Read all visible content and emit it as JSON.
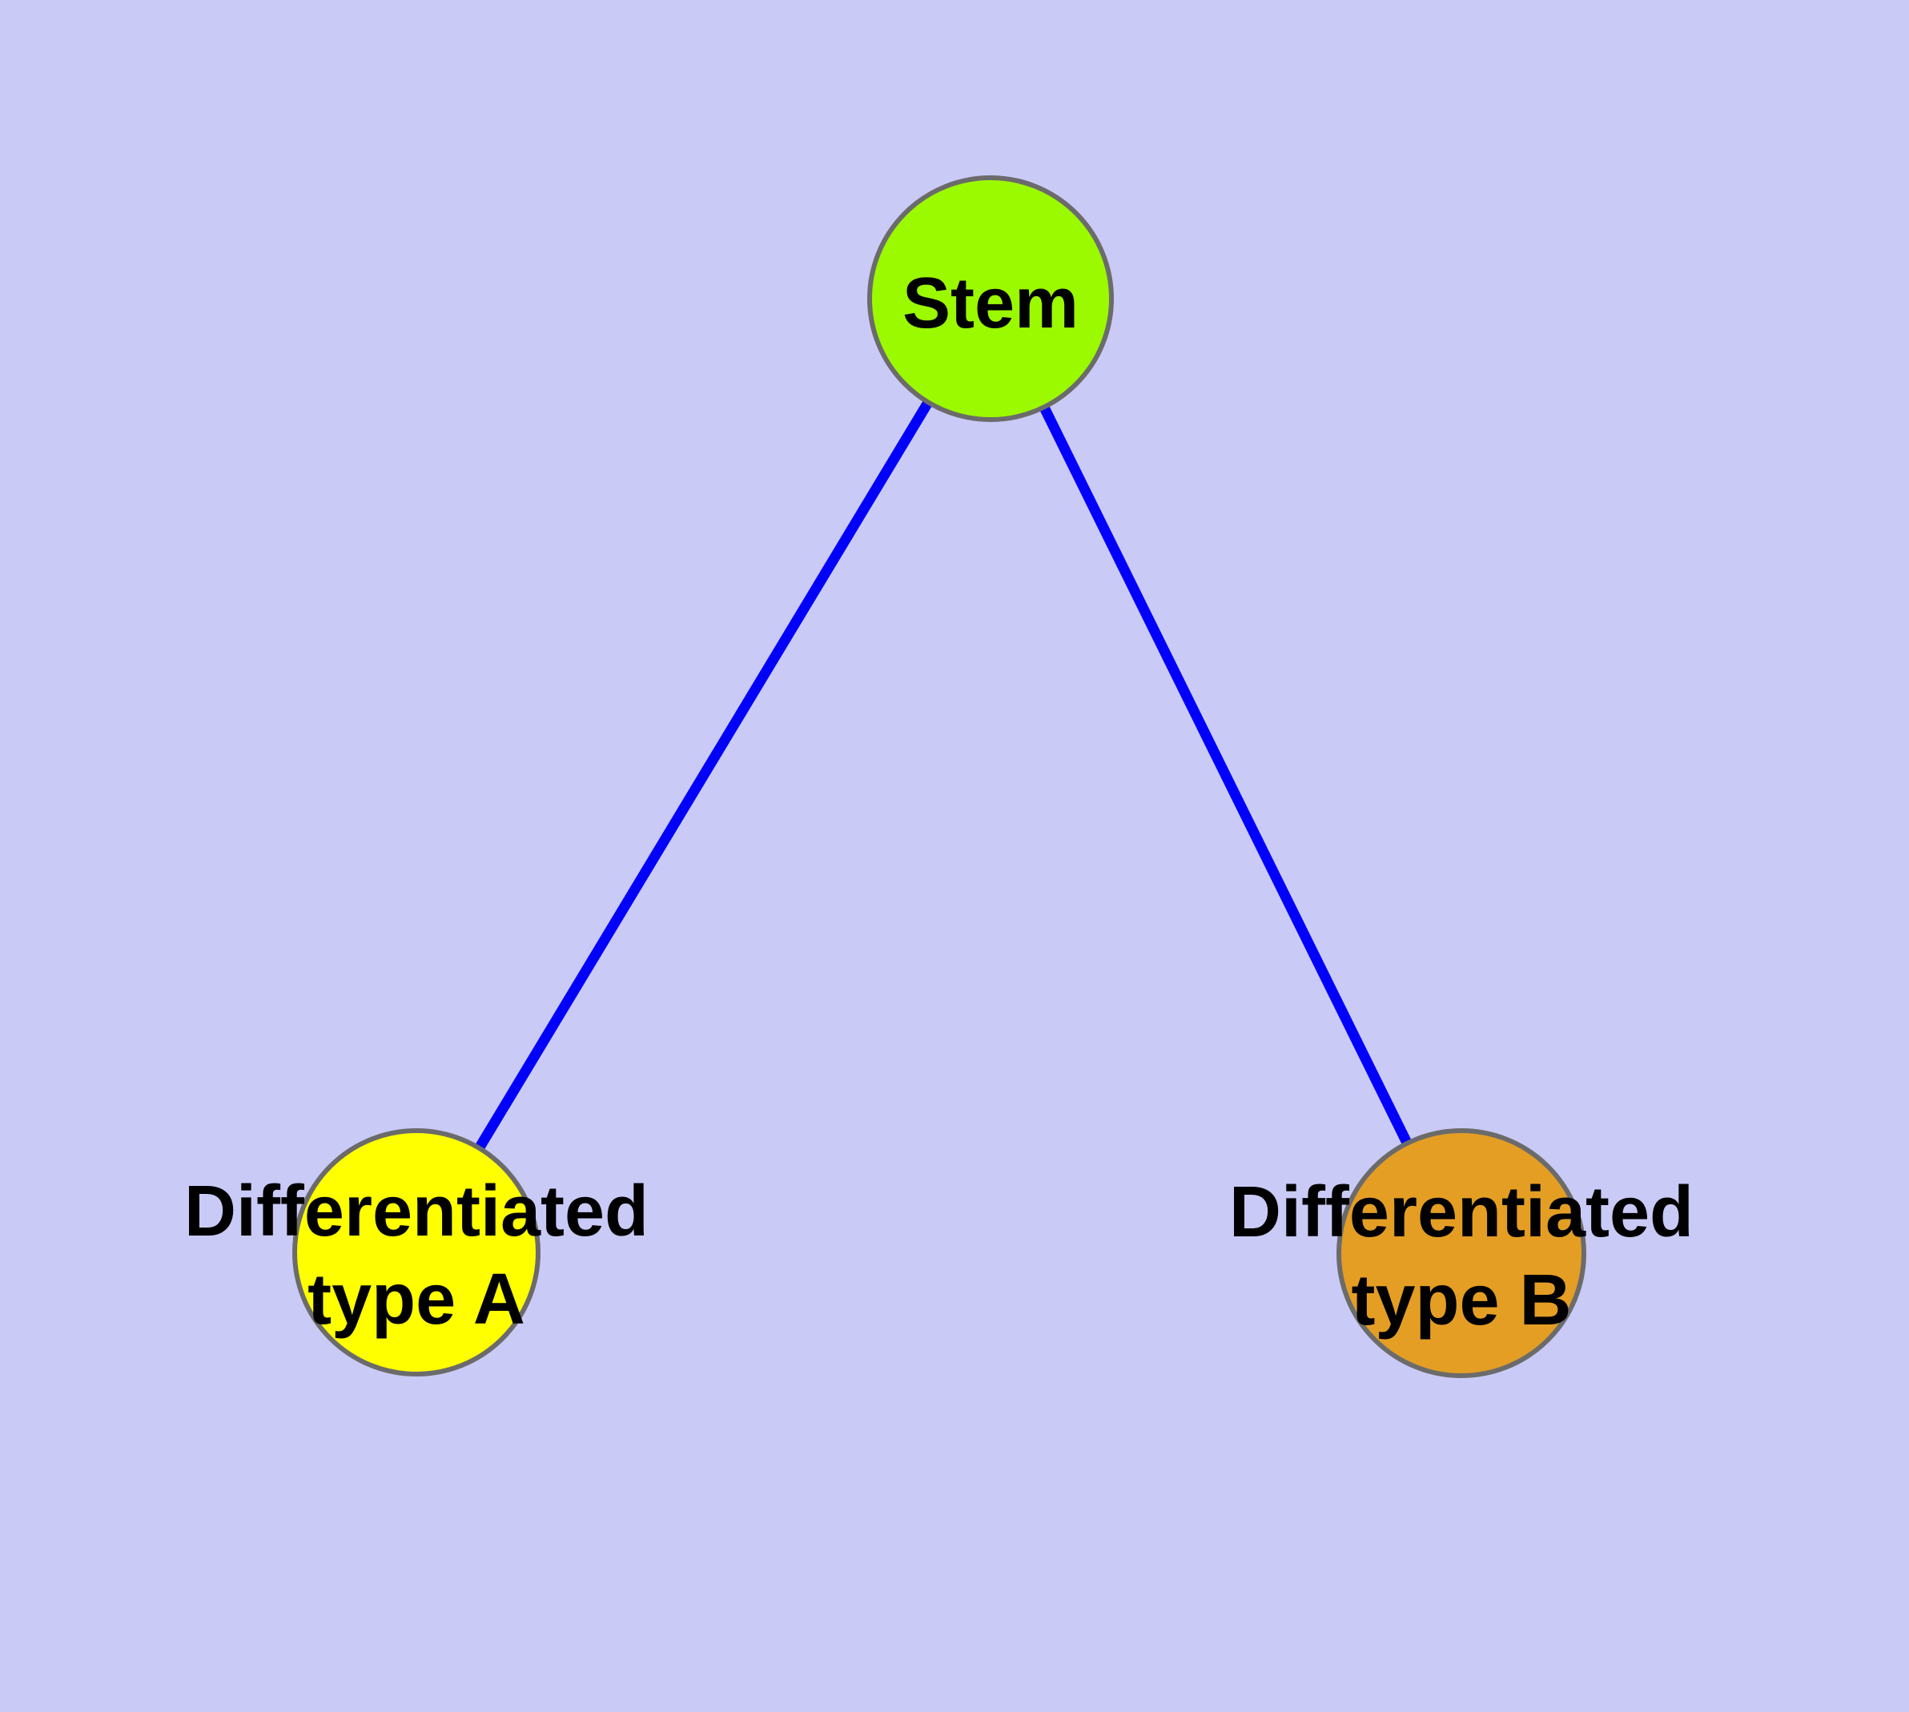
{
  "diagram": {
    "background_color": "#CACAF7",
    "edge_color": "#0000FB",
    "node_border_color": "#6B6B6B",
    "label_color": "#000000",
    "nodes": [
      {
        "id": "stem",
        "label": "Stem",
        "lines": [
          "Stem"
        ],
        "fill": "#9BF900",
        "shape": "circle"
      },
      {
        "id": "differentiated-type-a",
        "label": "Differentiated type A",
        "lines": [
          "Differentiated",
          "type A"
        ],
        "fill": "#FFFF00",
        "shape": "circle"
      },
      {
        "id": "differentiated-type-b",
        "label": "Differentiated type B",
        "lines": [
          "Differentiated",
          "type B"
        ],
        "fill": "#E49E24",
        "shape": "circle"
      }
    ],
    "edges": [
      {
        "from": "stem",
        "to": "differentiated-type-a"
      },
      {
        "from": "stem",
        "to": "differentiated-type-b"
      }
    ]
  }
}
